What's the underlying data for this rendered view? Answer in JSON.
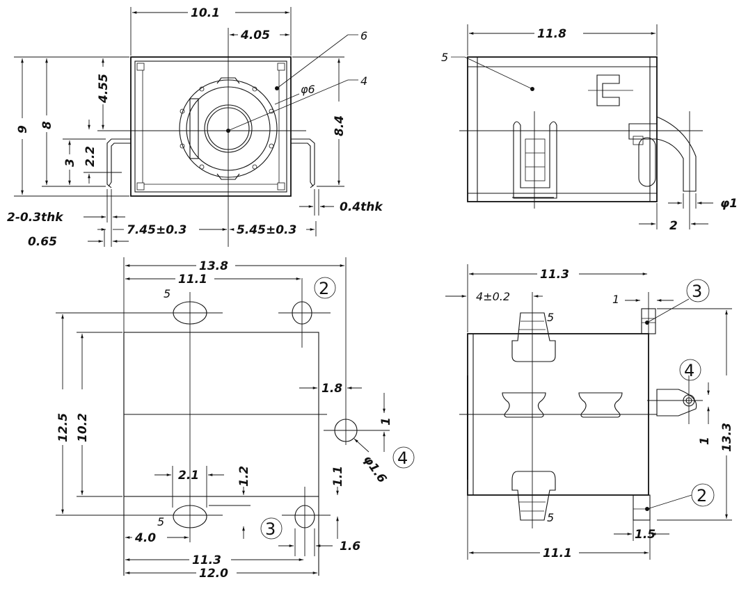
{
  "top_left": {
    "width": "10.1",
    "offset": "4.05",
    "callout_6": "6",
    "callout_4": "4",
    "diameter": "φ6",
    "height_9": "9",
    "height_8": "8",
    "height_4_55": "4.55",
    "height_3": "3",
    "height_2_2": "2.2",
    "height_8_4": "8.4",
    "pin_thk_left": "2-0.3thk",
    "pin_thk_right": "0.4thk",
    "dist_left": "7.45±0.3",
    "dist_right": "5.45±0.3",
    "pin_offset": "0.65"
  },
  "top_right": {
    "width": "11.8",
    "callout_5": "5",
    "pin_diameter": "φ1",
    "pin_pitch": "2"
  },
  "bottom_left": {
    "overall": "13.8",
    "span_11_1": "11.1",
    "hole_label_top": "5",
    "circle_2": "2",
    "height_12_5": "12.5",
    "height_10_2": "10.2",
    "dim_1_8": "1.8",
    "dim_1_v": "1",
    "hole_dia": "φ1.6",
    "circle_4": "4",
    "dim_2_1": "2.1",
    "dim_1_2": "1.2",
    "dim_1_1": "1.1",
    "hole_label_bottom": "5",
    "circle_3": "3",
    "dim_4_0": "4.0",
    "dim_1_6": "1.6",
    "span_11_3": "11.3",
    "span_12_0": "12.0"
  },
  "bottom_right": {
    "span_11_3": "11.3",
    "dim_4_0_2": "4±0.2",
    "dim_1_top": "1",
    "circle_3": "3",
    "label_5_top": "5",
    "circle_4": "4",
    "height_13_3": "13.3",
    "dim_1_mid": "1",
    "label_5_bottom": "5",
    "circle_2": "2",
    "dim_1_5": "1.5",
    "span_11_1": "11.1"
  }
}
